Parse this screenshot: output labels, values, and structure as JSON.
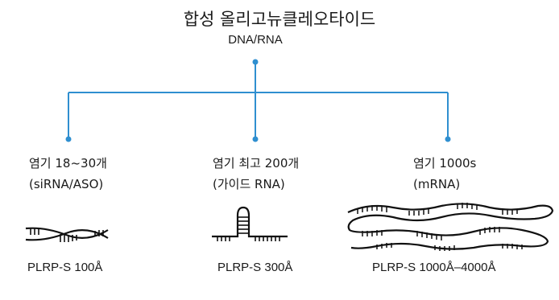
{
  "title": "합성 올리고뉴클레오타이드",
  "subtitle": "DNA/RNA",
  "colors": {
    "connector": "#2f8fd0",
    "molecule": "#111111"
  },
  "columns": [
    {
      "line1": "염기 18~30개",
      "line2": "(siRNA/ASO)",
      "molecule_icon": "short-double-helix-icon",
      "footer": "PLRP-S 100Å"
    },
    {
      "line1": "염기 최고 200개",
      "line2": "(가이드 RNA)",
      "molecule_icon": "hairpin-loop-icon",
      "footer": "PLRP-S 300Å"
    },
    {
      "line1": "염기 1000s",
      "line2": "(mRNA)",
      "molecule_icon": "long-folded-strand-icon",
      "footer": "PLRP-S 1000Å–4000Å"
    }
  ]
}
